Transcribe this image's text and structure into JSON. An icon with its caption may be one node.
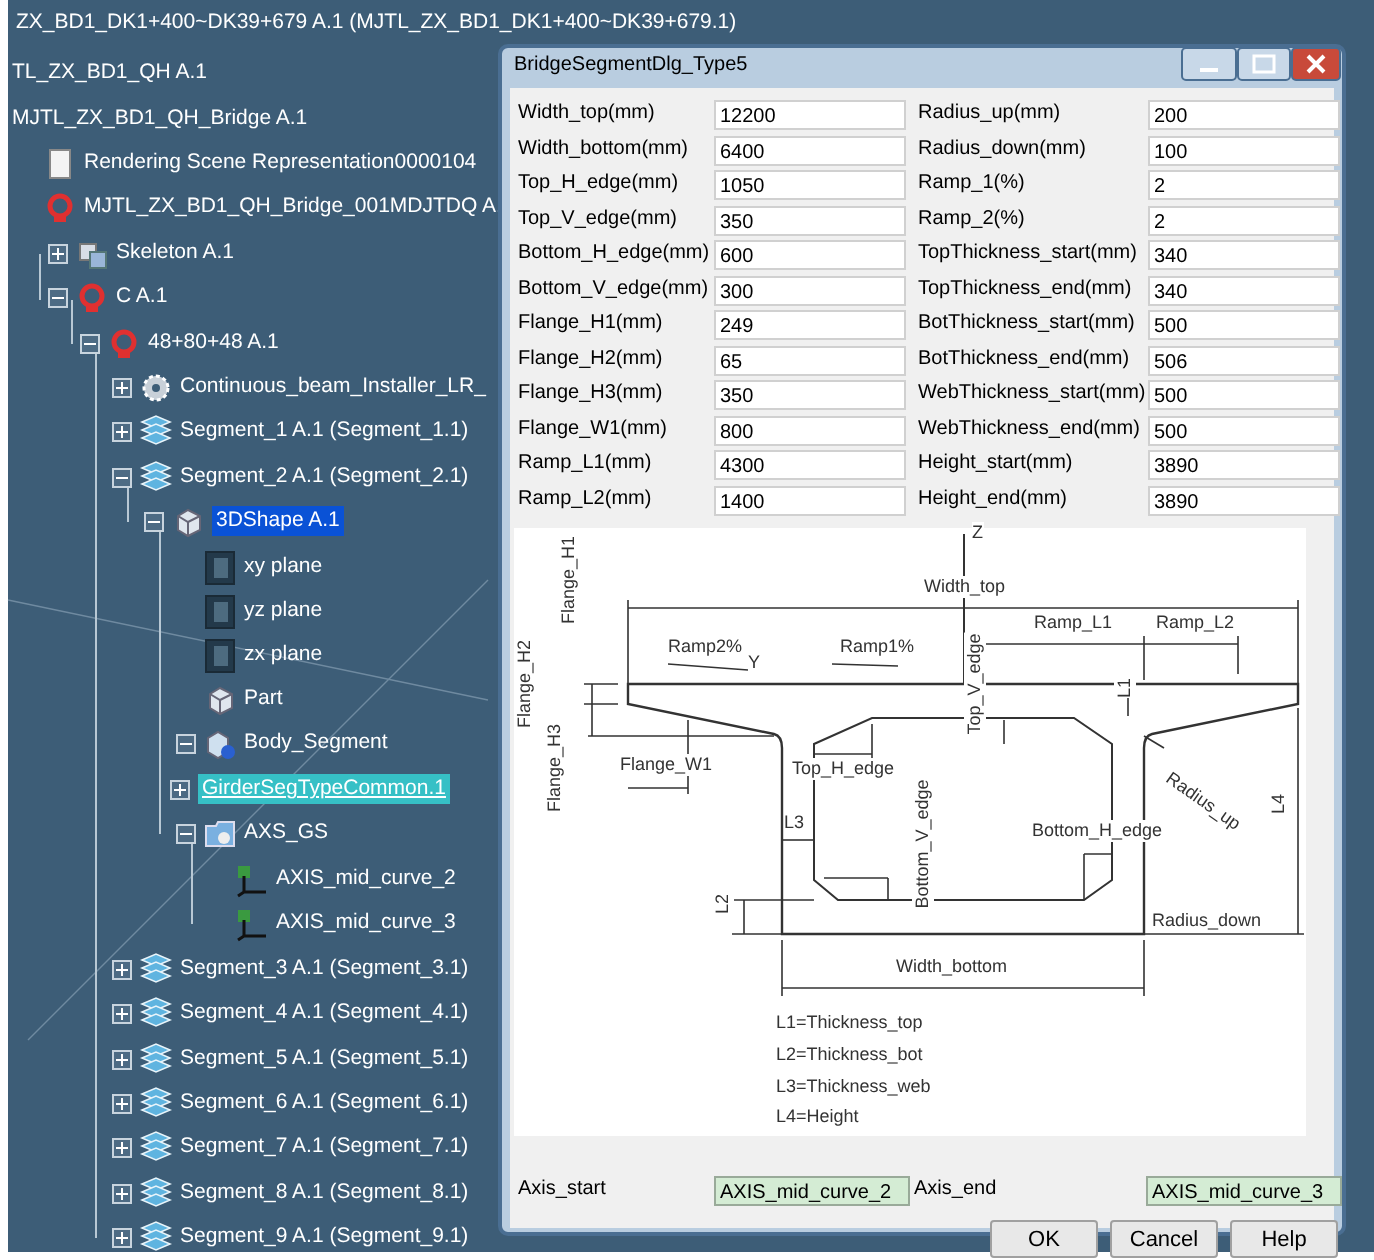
{
  "diagram": {
    "labels": [
      "ZX_BD1_DK1+400~DK39+679 A.1 (MJTL_ZX_BD1_DK1+400~DK39+679.1)",
      "TL_ZX_BD1_QH A.1",
      "MJTL_ZX_BD1_QH_Bridge A.1",
      "Rendering Scene Representation0000104",
      "MJTL_ZX_BD1_QH_Bridge_001MDJTDQ A.",
      "Skeleton A.1",
      "C A.1",
      "48+80+48 A.1",
      "Continuous_beam_Installer_LR_",
      "Segment_1 A.1 (Segment_1.1)",
      "Segment_2 A.1 (Segment_2.1)",
      "3DShape A.1",
      "xy plane",
      "yz plane",
      "zx plane",
      "Part",
      "Body_Segment",
      "GirderSegTypeCommon.1",
      "AXS_GS",
      "AXIS_mid_curve_2",
      "AXIS_mid_curve_3",
      "Segment_3 A.1 (Segment_3.1)",
      "Segment_4 A.1 (Segment_4.1)",
      "Segment_5 A.1 (Segment_5.1)",
      "Segment_6 A.1 (Segment_6.1)",
      "Segment_7 A.1 (Segment_7.1)",
      "Segment_8 A.1 (Segment_8.1)",
      "Segment_9 A.1 (Segment_9.1)",
      "BridgeSegmentDlg_Type5",
      "Width_top(mm)",
      "12200",
      "Radius_up(mm)",
      "200",
      "Width_bottom(mm)",
      "6400",
      "Radius_down(mm)",
      "100",
      "Top_H_edge(mm)",
      "1050",
      "Ramp_1(%)",
      "2",
      "Top_V_edge(mm)",
      "350",
      "Ramp_2(%)",
      "2",
      "Bottom_H_edge(mm)",
      "600",
      "TopThickness_start(mm)",
      "340",
      "Bottom_V_edge(mm)",
      "300",
      "TopThickness_end(mm)",
      "340",
      "Flange_H1(mm)",
      "249",
      "BotThickness_start(mm)",
      "500",
      "Flange_H2(mm)",
      "65",
      "BotThickness_end(mm)",
      "506",
      "Flange_H3(mm)",
      "350",
      "WebThickness_start(mm)",
      "500",
      "Flange_W1(mm)",
      "800",
      "WebThickness_end(mm)",
      "500",
      "Ramp_L1(mm)",
      "4300",
      "Height_start(mm)",
      "3890",
      "Ramp_L2(mm)",
      "1400",
      "Height_end(mm)",
      "3890",
      "Z",
      "Width_top",
      "Flange_H1",
      "Ramp_L1",
      "Ramp_L2",
      "Ramp2%",
      "Y",
      "Ramp1%",
      "Flange_H2",
      "L1",
      "Top_V_edge",
      "Flange_H3",
      "Flange_W1",
      "Top_H_edge",
      "Radius_up",
      "Bottom_V_edge",
      "L3",
      "Bottom_H_edge",
      "L4",
      "L2",
      "Radius_down",
      "Width_bottom",
      "L1=Thickness_top",
      "L2=Thickness_bot",
      "L3=Thickness_web",
      "L4=Height",
      "Axis_start",
      "AXIS_mid_curve_2",
      "Axis_end",
      "AXIS_mid_curve_3",
      "OK",
      "Cancel",
      "Help"
    ]
  }
}
